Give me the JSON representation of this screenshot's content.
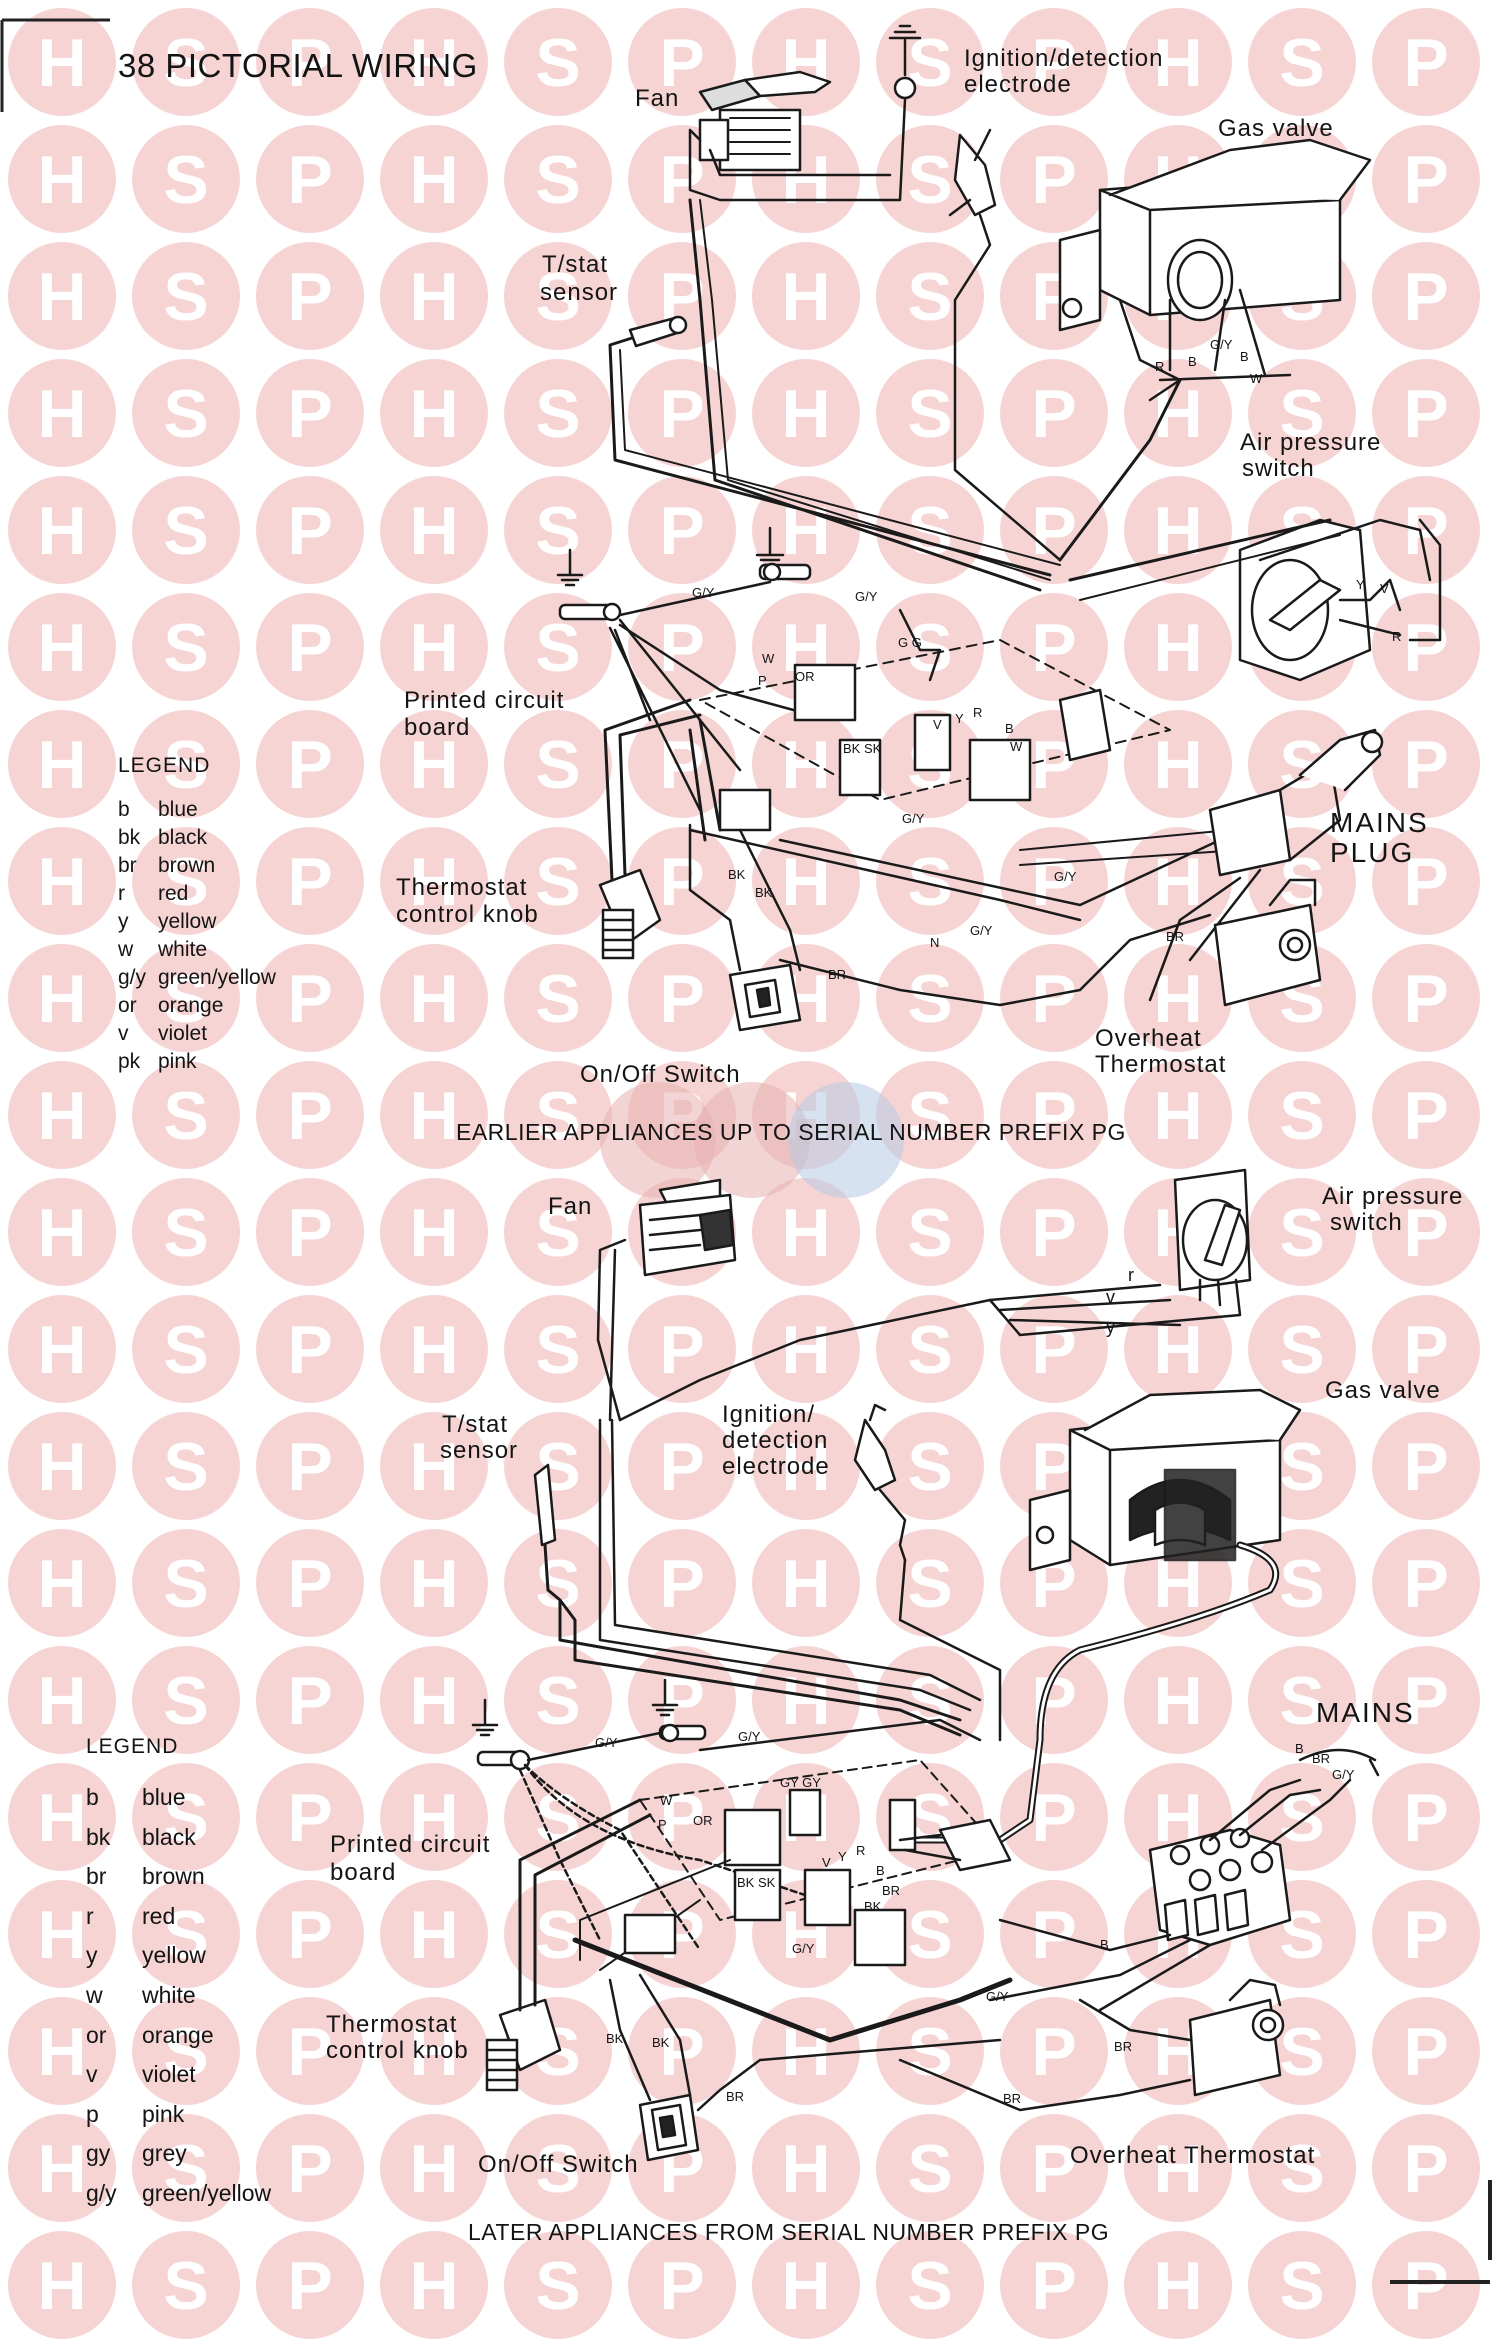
{
  "page": {
    "title": "38 PICTORIAL WIRING",
    "watermark": {
      "letters": [
        "H",
        "S",
        "P"
      ],
      "ring_color": "#f6d4d4",
      "letter_color": "#ffffff",
      "center_color": "#b7cbe3"
    }
  },
  "diagram_top": {
    "caption": "EARLIER APPLIANCES UP TO SERIAL NUMBER PREFIX PG",
    "components": {
      "fan": "Fan",
      "ignition_line1": "Ignition/detection",
      "ignition_line2": "electrode",
      "gas_valve": "Gas valve",
      "tstat_line1": "T/stat",
      "tstat_line2": "sensor",
      "air_pressure_line1": "Air pressure",
      "air_pressure_line2": "switch",
      "pcb_line1": "Printed circuit",
      "pcb_line2": "board",
      "thermostat_line1": "Thermostat",
      "thermostat_line2": "control knob",
      "mains_line1": "MAINS",
      "mains_line2": "PLUG",
      "on_off": "On/Off Switch",
      "overheat_line1": "Overheat",
      "overheat_line2": "Thermostat"
    },
    "wire_labels": {
      "gy_earth": "G/Y",
      "gy_pcb": "G/Y",
      "w": "W",
      "p": "P",
      "or": "OR",
      "gg": "G G",
      "bk_sk": "BK SK",
      "v": "V",
      "y": "Y",
      "r": "R",
      "b": "B",
      "w2": "W",
      "gy_low": "G/Y",
      "bk1": "BK",
      "bk2": "BK",
      "br1": "BR",
      "n": "N",
      "gy_mains1": "G/Y",
      "gy_mains2": "G/Y",
      "br2": "BR",
      "valve_r": "R",
      "valve_b": "B",
      "valve_gy": "G/Y",
      "valve_b2": "B",
      "valve_w": "W",
      "aps_y": "Y",
      "aps_v": "V",
      "aps_r": "R"
    },
    "legend": {
      "title": "LEGEND",
      "items": [
        {
          "code": "b",
          "name": "blue"
        },
        {
          "code": "bk",
          "name": "black"
        },
        {
          "code": "br",
          "name": "brown"
        },
        {
          "code": "r",
          "name": "red"
        },
        {
          "code": "y",
          "name": "yellow"
        },
        {
          "code": "w",
          "name": "white"
        },
        {
          "code": "g/y",
          "name": "green/yellow"
        },
        {
          "code": "or",
          "name": "orange"
        },
        {
          "code": "v",
          "name": "violet"
        },
        {
          "code": "pk",
          "name": "pink"
        }
      ]
    }
  },
  "diagram_bottom": {
    "caption": "LATER APPLIANCES FROM SERIAL NUMBER PREFIX PG",
    "components": {
      "fan": "Fan",
      "air_pressure_line1": "Air pressure",
      "air_pressure_line2": "switch",
      "gas_valve": "Gas valve",
      "tstat_line1": "T/stat",
      "tstat_line2": "sensor",
      "ignition_line1": "Ignition/",
      "ignition_line2": "detection",
      "ignition_line3": "electrode",
      "mains": "MAINS",
      "pcb_line1": "Printed circuit",
      "pcb_line2": "board",
      "thermostat_line1": "Thermostat",
      "thermostat_line2": "control knob",
      "on_off": "On/Off Switch",
      "overheat": "Overheat Thermostat"
    },
    "wire_labels": {
      "aps_r": "r",
      "aps_v": "v",
      "aps_y": "y",
      "gy_earth": "G/Y",
      "gy_pcb": "G/Y",
      "w": "W",
      "p": "P",
      "or": "OR",
      "gygy": "GY GY",
      "bk_sk": "BK SK",
      "v": "V",
      "y": "Y",
      "r": "R",
      "b": "B",
      "br": "BR",
      "bk": "BK",
      "gy_low": "G/Y",
      "bk1": "BK",
      "bk2": "BK",
      "br1": "BR",
      "mains_b": "B",
      "mains_br": "BR",
      "mains_gy": "G/Y",
      "b2": "B",
      "gy_mid": "G/Y",
      "br2": "BR",
      "br3": "BR"
    },
    "legend": {
      "title": "LEGEND",
      "items": [
        {
          "code": "b",
          "name": "blue"
        },
        {
          "code": "bk",
          "name": "black"
        },
        {
          "code": "br",
          "name": "brown"
        },
        {
          "code": "r",
          "name": "red"
        },
        {
          "code": "y",
          "name": "yellow"
        },
        {
          "code": "w",
          "name": "white"
        },
        {
          "code": "or",
          "name": "orange"
        },
        {
          "code": "v",
          "name": "violet"
        },
        {
          "code": "p",
          "name": "pink"
        },
        {
          "code": "gy",
          "name": "grey"
        },
        {
          "code": "g/y",
          "name": "green/yellow"
        }
      ]
    }
  }
}
